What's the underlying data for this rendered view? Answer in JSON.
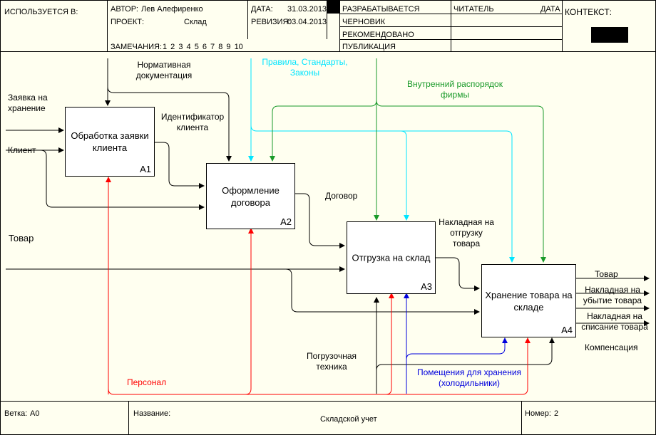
{
  "header": {
    "used_in": "ИСПОЛЬЗУЕТСЯ В:",
    "author_label": "АВТОР:",
    "author_value": "Лев Алефиренко",
    "project_label": "ПРОЕКТ:",
    "project_value": "Склад",
    "date_label": "ДАТА:",
    "date_value": "31.03.2013",
    "revision_label": "РЕВИЗИЯ:",
    "revision_value": "03.04.2013",
    "notes_label": "ЗАМЕЧАНИЯ:",
    "notes_value": "1 2 3 4 5 6 7 8 9 10",
    "status_items": [
      "РАЗРАБАТЫВАЕТСЯ",
      "ЧЕРНОВИК",
      "РЕКОМЕНДОВАНО",
      "ПУБЛИКАЦИЯ"
    ],
    "reader_label": "ЧИТАТЕЛЬ",
    "reader_date_label": "ДАТА",
    "context_label": "КОНТЕКСТ:"
  },
  "diagram": {
    "boxes": [
      {
        "name": "Обработка заявки клиента",
        "num": "A1"
      },
      {
        "name": "Оформление договора",
        "num": "A2"
      },
      {
        "name": "Отгрузка на склад",
        "num": "A3"
      },
      {
        "name": "Хранение товара на складе",
        "num": "A4"
      }
    ],
    "labels": {
      "normative_docs": "Нормативная документация",
      "rules": "Правила, Стандарты, Законы",
      "internal_rules": "Внутренний распорядок фирмы",
      "request": "Заявка на хранение",
      "client": "Клиент",
      "client_id": "Идентификатор клиента",
      "contract": "Договор",
      "waybill": "Накладная на отгрузку товара",
      "goods_in": "Товар",
      "goods_out": "Товар",
      "loss_waybill": "Накладная на убытие товара",
      "writeoff_waybill": "Накладная на списание товара",
      "compensation": "Компенсация",
      "loading_equipment": "Погрузочная техника",
      "storage_rooms": "Помещения для хранения (холодильники)",
      "staff": "Персонал"
    },
    "colors": {
      "rules": "#00e5ff",
      "internal": "#1a9a2a",
      "staff": "#ff0000",
      "storage": "#0000dd",
      "default": "#000000"
    }
  },
  "footer": {
    "node_label": "Ветка:",
    "node_value": "A0",
    "title_label": "Название:",
    "title_value": "Складской учет",
    "number_label": "Номер:",
    "number_value": "2"
  }
}
